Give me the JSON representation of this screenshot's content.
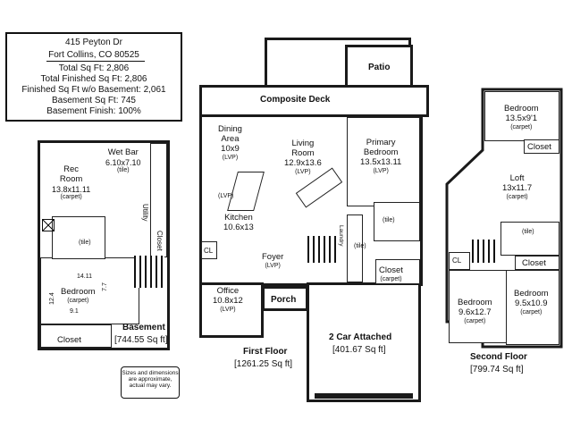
{
  "info": {
    "address": "415 Peyton Dr",
    "city": "Fort Collins, CO 80525",
    "total": "Total Sq Ft: 2,806",
    "total_finished": "Total Finished Sq Ft: 2,806",
    "finished_wo_basement": "Finished Sq Ft w/o Basement: 2,061",
    "basement": "Basement Sq Ft: 745",
    "basement_finish": "Basement Finish: 100%"
  },
  "disclaimer": "Sizes and dimensions are approximate, actual may vary.",
  "basement": {
    "title": "Basement",
    "sqft": "[744.55 Sq ft]",
    "wet_bar": {
      "name": "Wet Bar",
      "dims": "6.10x7.10",
      "floor": "(tile)"
    },
    "rec_room": {
      "name": "Rec",
      "name2": "Room",
      "dims": "13.8x11.11",
      "floor": "(carpet)"
    },
    "utility": "Utility",
    "closet_v": "Closet",
    "bath_tile": "(tile)",
    "bedroom": {
      "name": "Bedroom",
      "floor": "(carpet)"
    },
    "dim_14": "14.11",
    "dim_12": "12.4",
    "dim_7": "7.7",
    "dim_9": "9.1",
    "closet": "Closet"
  },
  "first": {
    "title": "First Floor",
    "sqft": "[1261.25 Sq ft]",
    "deck": "Composite Deck",
    "patio": "Patio",
    "dining": {
      "name": "Dining",
      "name2": "Area",
      "dims": "10x9",
      "floor": "(LVP)"
    },
    "kitchen_lvp": "(LVP)",
    "living": {
      "name": "Living",
      "name2": "Room",
      "dims": "12.9x13.6",
      "floor": "(LVP)"
    },
    "kitchen": {
      "name": "Kitchen",
      "dims": "10.6x13"
    },
    "cl": "CL",
    "foyer": {
      "name": "Foyer",
      "floor": "(LVP)"
    },
    "laundry": "Laundry",
    "primary": {
      "name": "Primary",
      "name2": "Bedroom",
      "dims": "13.5x13.11",
      "floor": "(LVP)"
    },
    "bath_tile": "(tile)",
    "bath_tile2": "(tile)",
    "closet": {
      "name": "Closet",
      "floor": "(carpet)"
    },
    "office": {
      "name": "Office",
      "dims": "10.8x12",
      "floor": "(LVP)"
    },
    "porch": "Porch",
    "garage": {
      "name": "2 Car Attached",
      "sqft": "[401.67 Sq ft]"
    }
  },
  "second": {
    "title": "Second Floor",
    "sqft": "[799.74 Sq ft]",
    "bed_top": {
      "name": "Bedroom",
      "dims": "13.5x9'1",
      "floor": "(carpet)"
    },
    "closet_top": "Closet",
    "loft": {
      "name": "Loft",
      "dims": "13x11.7",
      "floor": "(carpet)"
    },
    "bath_tile": "(tile)",
    "cl": "CL",
    "closet_mid": "Closet",
    "bed_left": {
      "name": "Bedroom",
      "dims": "9.6x12.7",
      "floor": "(carpet)"
    },
    "bed_right": {
      "name": "Bedroom",
      "dims": "9.5x10.9",
      "floor": "(carpet)"
    }
  }
}
